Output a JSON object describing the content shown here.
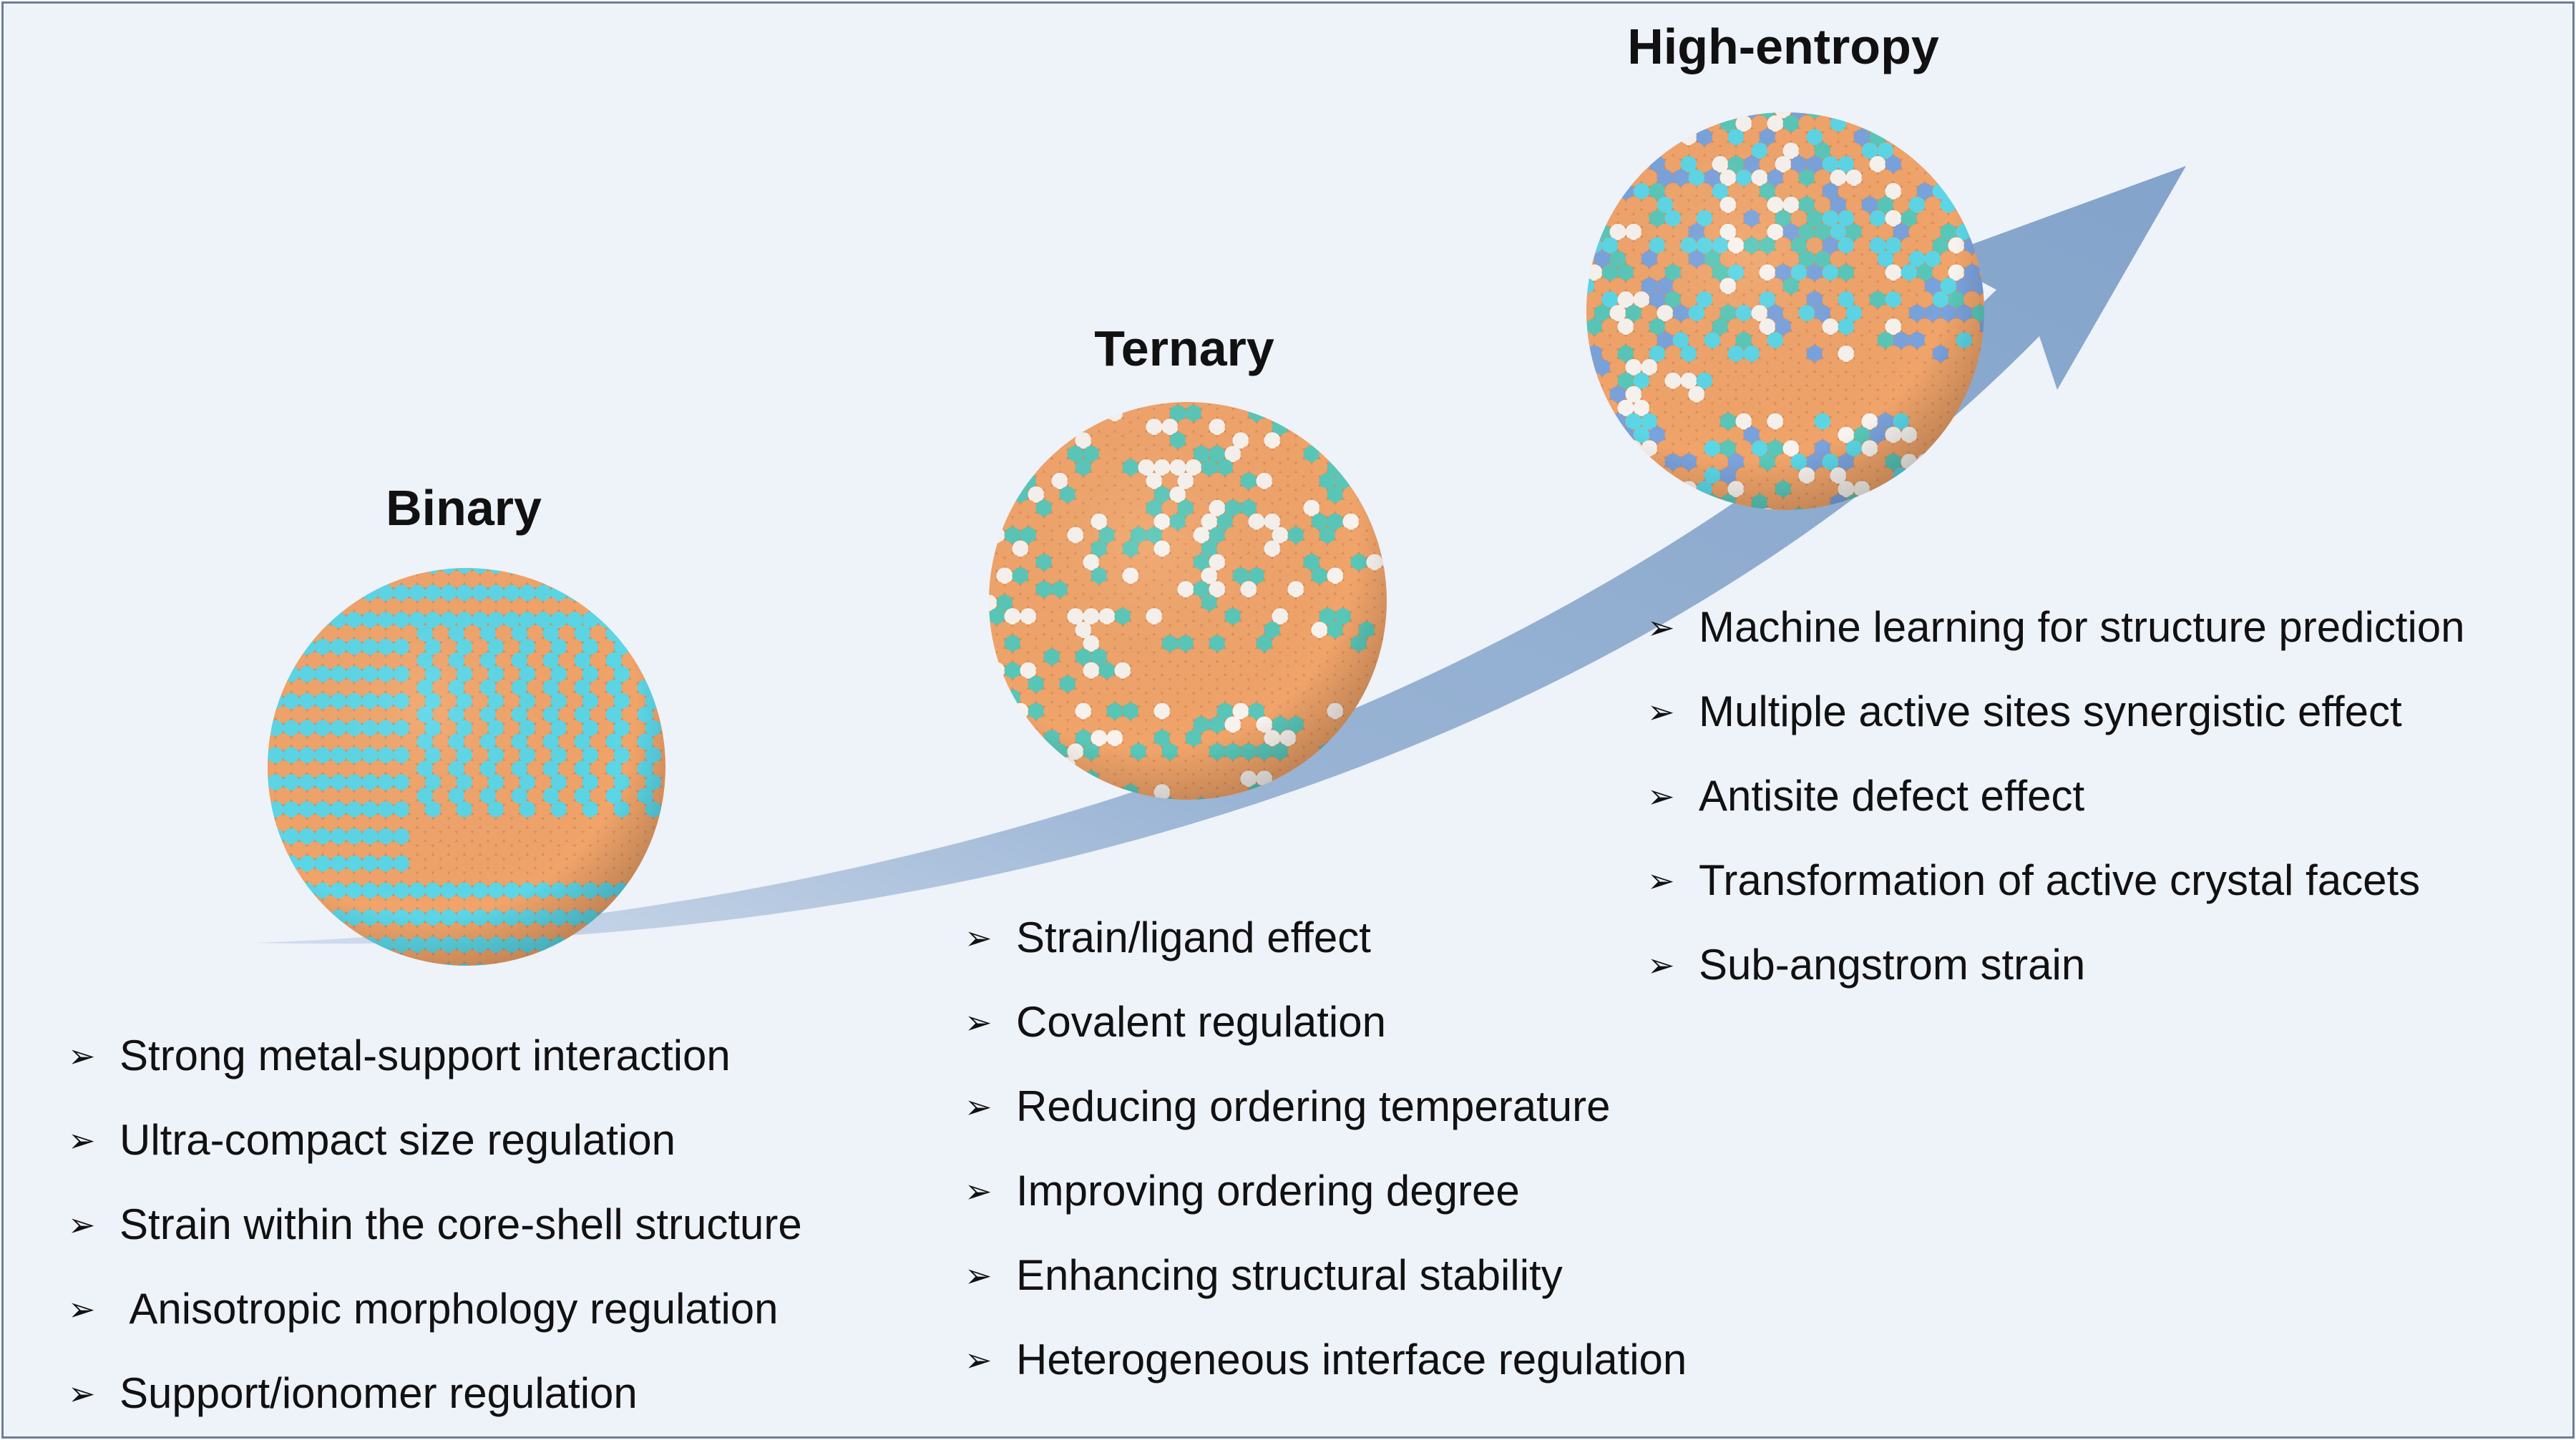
{
  "stages": [
    {
      "title": "Binary",
      "items": [
        "Strong metal-support interaction",
        "Ultra-compact size regulation",
        "Strain within the core-shell structure",
        " Anisotropic morphology regulation",
        "Support/ionomer regulation"
      ]
    },
    {
      "title": "Ternary",
      "items": [
        "Strain/ligand effect",
        "Covalent regulation",
        "Reducing ordering temperature",
        "Improving ordering degree",
        "Enhancing structural stability",
        "Heterogeneous interface regulation"
      ]
    },
    {
      "title": "High-entropy",
      "items": [
        "Machine learning for structure prediction",
        "Multiple active sites synergistic effect",
        "Antisite defect effect",
        "Transformation of active crystal facets",
        "Sub-angstrom strain"
      ]
    }
  ],
  "bullet_glyph": "➢",
  "colors": {
    "frame_bg": "#eef2f9",
    "frame_border": "#6d7c96",
    "arrow": "#7d9fc8",
    "atom_orange": "#f0a46a",
    "atom_cyan": "#5cd6e6",
    "atom_white": "#f8f3ee",
    "atom_teal": "#59c7b8",
    "atom_blue": "#7aa2dc"
  }
}
